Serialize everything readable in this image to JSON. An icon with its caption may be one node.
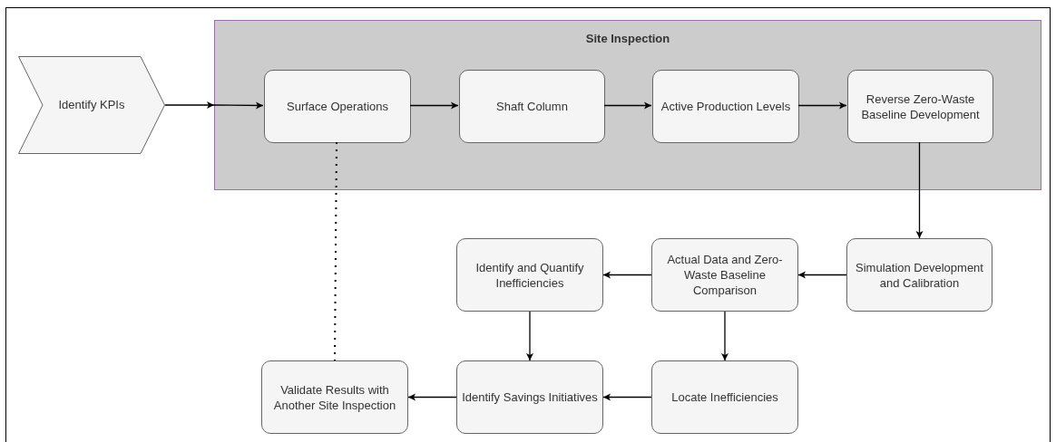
{
  "diagram": {
    "nodes": [
      {
        "text": [
          "Identify KPIs"
        ]
      },
      {
        "text": [
          "Site Inspection"
        ]
      },
      {
        "text": [
          "Surface Operations"
        ],
        "in": 1
      },
      {
        "text": [
          "Shaft Column"
        ],
        "in": 1
      },
      {
        "text": [
          "Active Production Levels"
        ],
        "in": 1
      },
      {
        "text": [
          "Reverse Zero-Waste Baseline Development"
        ],
        "in": 1
      },
      {
        "text": [
          "Simulation Development and Calibration"
        ]
      },
      {
        "text": [
          "Actual Data and Zero-Waste Baseline Comparison"
        ]
      },
      {
        "text": [
          "Identify and Quantify Inefficiencies"
        ]
      },
      {
        "text": [
          "Locate Inefficiencies"
        ]
      },
      {
        "text": [
          "Identify Savings Initiatives"
        ]
      },
      {
        "text": [
          "Validate Results with Another Site Inspection"
        ]
      }
    ],
    "edges": [
      {
        "from": 0,
        "to": 2,
        "arrow": "to"
      },
      {
        "from": 2,
        "to": 3,
        "arrow": "to"
      },
      {
        "from": 3,
        "to": 4,
        "arrow": "to"
      },
      {
        "from": 4,
        "to": 5,
        "arrow": "to"
      },
      {
        "from": 5,
        "to": 6,
        "arrow": "to"
      },
      {
        "from": 6,
        "to": 7,
        "arrow": "to"
      },
      {
        "from": 7,
        "to": 8,
        "arrow": "to"
      },
      {
        "from": 7,
        "to": 9,
        "arrow": "to"
      },
      {
        "from": 8,
        "to": 10,
        "arrow": "to"
      },
      {
        "from": 9,
        "to": 10,
        "arrow": "to"
      },
      {
        "from": 10,
        "to": 11,
        "arrow": "to"
      },
      {
        "from": 2,
        "to": 11,
        "arrow": "none",
        "style": "dashed"
      }
    ]
  }
}
